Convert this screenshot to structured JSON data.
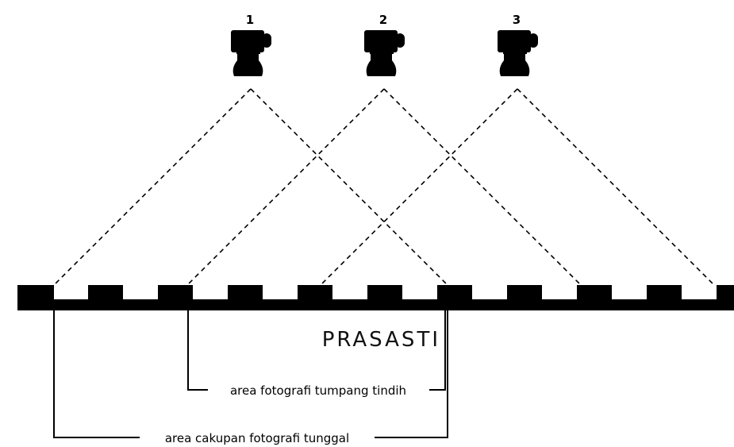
{
  "cameras": [
    {
      "label": "1",
      "icon": "camera-icon"
    },
    {
      "label": "2",
      "icon": "camera-icon"
    },
    {
      "label": "3",
      "icon": "camera-icon"
    }
  ],
  "object_label": "PRASASTI",
  "overlap_label": "area fotografi tumpang tindih",
  "single_coverage_label": "area cakupan fotografi tunggal",
  "colors": {
    "ink": "#000000",
    "background": "#ffffff"
  }
}
